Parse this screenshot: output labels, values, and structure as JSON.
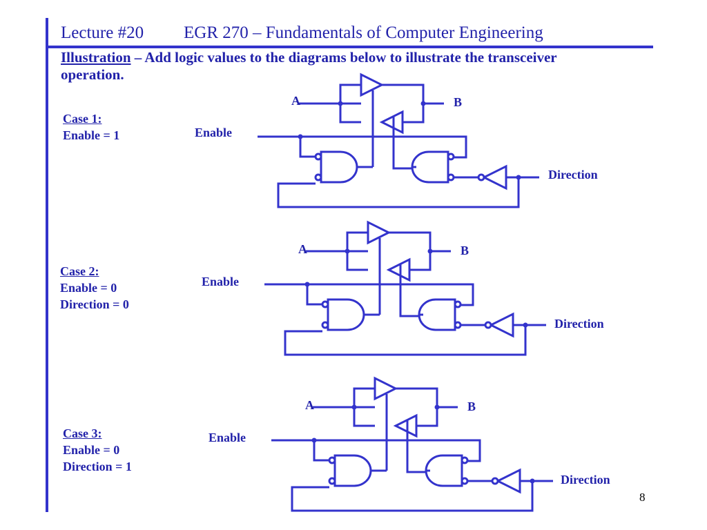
{
  "header": {
    "lecture": "Lecture #20",
    "course": "EGR 270 – Fundamentals of Computer Engineering"
  },
  "intro": {
    "keyword": "Illustration",
    "text": " – Add logic values to the diagrams below to illustrate the transceiver operation."
  },
  "cases": [
    {
      "title": "Case 1:",
      "lines": [
        "Enable = 1",
        ""
      ]
    },
    {
      "title": "Case 2:",
      "lines": [
        "Enable = 0",
        "Direction = 0"
      ]
    },
    {
      "title": "Case 3:",
      "lines": [
        "Enable = 0",
        "Direction = 1"
      ]
    }
  ],
  "diagram_labels": {
    "a": "A",
    "b": "B",
    "enable": "Enable",
    "direction": "Direction"
  },
  "page_number": "8",
  "colors": {
    "accent": "#3333cc"
  }
}
